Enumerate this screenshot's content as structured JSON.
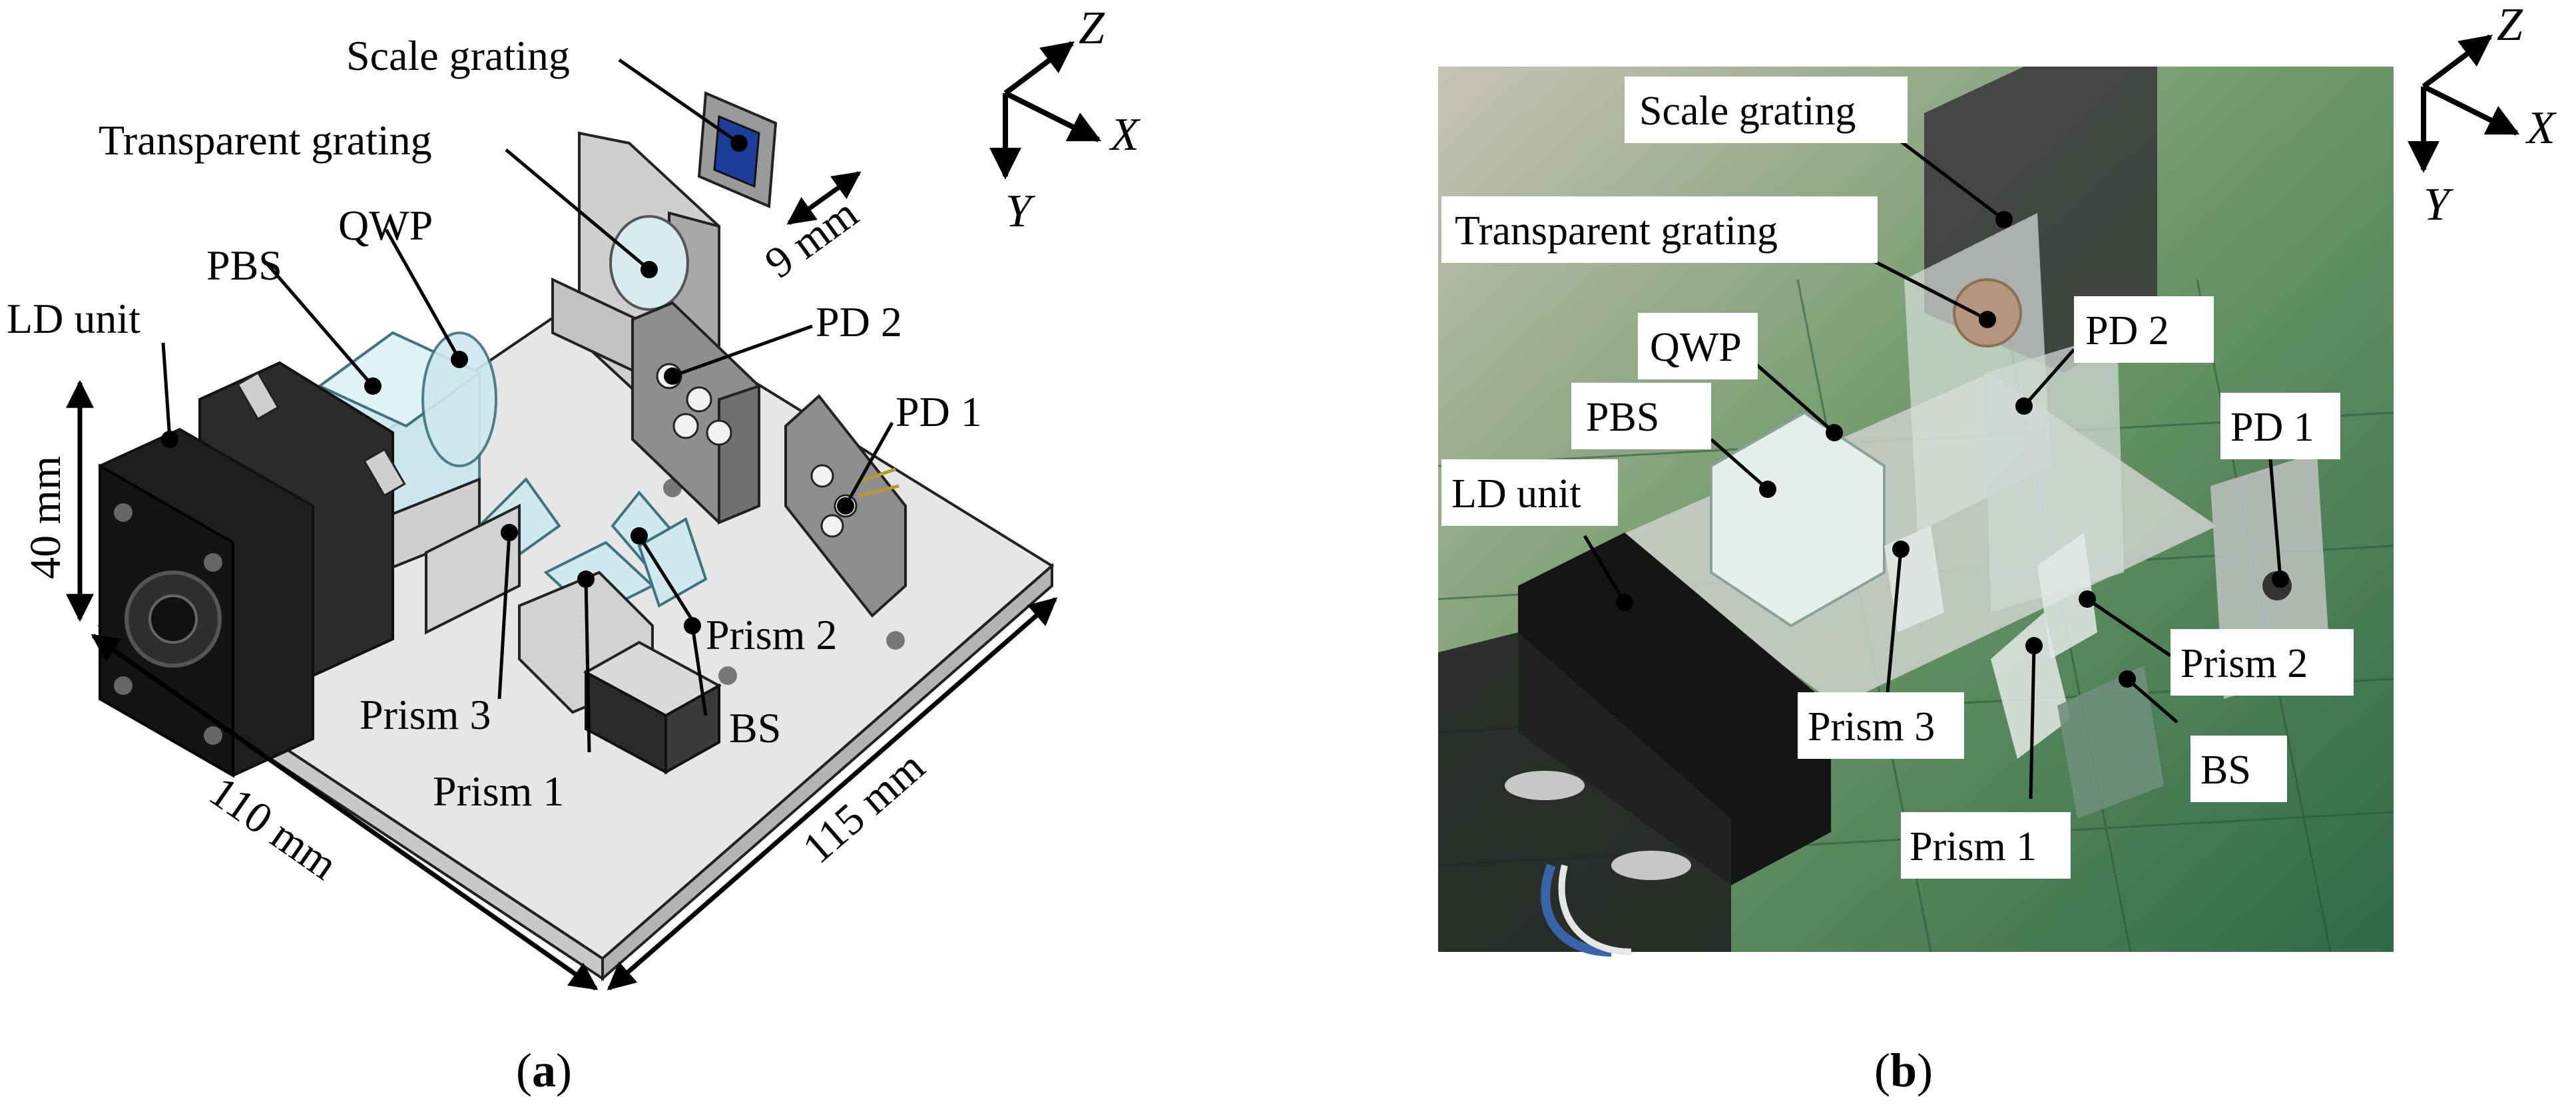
{
  "panel_a": {
    "caption": "a",
    "axes": {
      "z": "Z",
      "x": "X",
      "y": "Y"
    },
    "labels": {
      "scale_grating": "Scale grating",
      "transparent_grating": "Transparent grating",
      "qwp": "QWP",
      "pbs": "PBS",
      "ld_unit": "LD unit",
      "pd2": "PD 2",
      "pd1": "PD 1",
      "prism3": "Prism 3",
      "prism2": "Prism 2",
      "prism1": "Prism 1",
      "bs": "BS"
    },
    "dimensions": {
      "height": "40 mm",
      "width": "110 mm",
      "depth": "115 mm",
      "grating": "9 mm"
    }
  },
  "panel_b": {
    "caption": "b",
    "axes": {
      "z": "Z",
      "x": "X",
      "y": "Y"
    },
    "labels": {
      "scale_grating": "Scale grating",
      "transparent_grating": "Transparent grating",
      "qwp": "QWP",
      "pbs": "PBS",
      "ld_unit": "LD unit",
      "pd2": "PD 2",
      "pd1": "PD 1",
      "prism3": "Prism 3",
      "prism2": "Prism 2",
      "prism1": "Prism 1",
      "bs": "BS"
    }
  },
  "colors": {
    "background": "#ffffff",
    "base_plate": "#e6e6e6",
    "mount": "#bdbdbd",
    "ld_unit": "#1a1a1a",
    "glass": "#c9e7ee",
    "photo_green": "#3f7f52"
  }
}
